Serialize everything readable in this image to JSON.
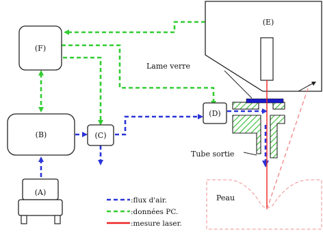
{
  "labels": {
    "E": "(E)",
    "F": "(F)",
    "B": "(B)",
    "C": "(C)",
    "D": "(D)",
    "A": "(A)",
    "lame_verre": "Lame verre",
    "tube_sortie": "Tube sortie",
    "peau": "Peau"
  },
  "legend": {
    "air": ":flux d'air.",
    "pc": ":données PC.",
    "laser": ":mesure laser."
  },
  "colors": {
    "air": "#2a34d8",
    "pc": "#33cc33",
    "laser": "#ee2222",
    "laser_light": "#f07a7a",
    "skin": "#f3a8a8",
    "glass": "#1a1acc",
    "hatch": "#33bb33"
  }
}
